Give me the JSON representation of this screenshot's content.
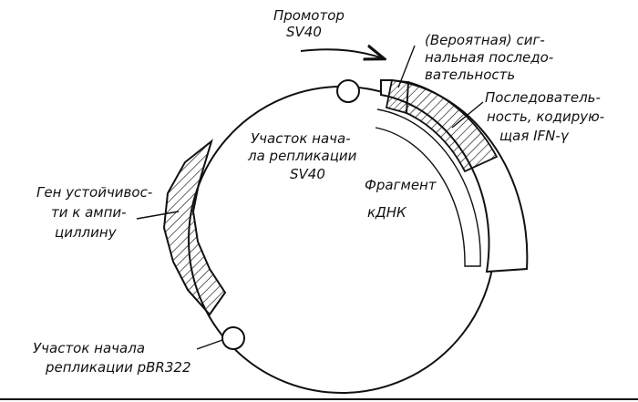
{
  "diagram": {
    "promoter": {
      "line1": "Промотор",
      "line2": "SV40"
    },
    "signal_seq": {
      "line1": "(Вероятная) сиг-",
      "line2": "нальная последо-",
      "line3": "вательность"
    },
    "ifn_seq": {
      "line1": "Последователь-",
      "line2": "ность, кодирую-",
      "line3": "щая IFN-γ"
    },
    "sv40_origin": {
      "line1": "Участок нача-",
      "line2": "ла репликации",
      "line3": "SV40"
    },
    "cdna_fragment": {
      "line1": "Фрагмент",
      "line2": "кДНК"
    },
    "amp_gene": {
      "line1": "Ген устойчивос-",
      "line2": "ти к ампи-",
      "line3": "циллину"
    },
    "pbr_origin": {
      "line1": "Участок начала",
      "line2": "репликации pBR322"
    }
  }
}
